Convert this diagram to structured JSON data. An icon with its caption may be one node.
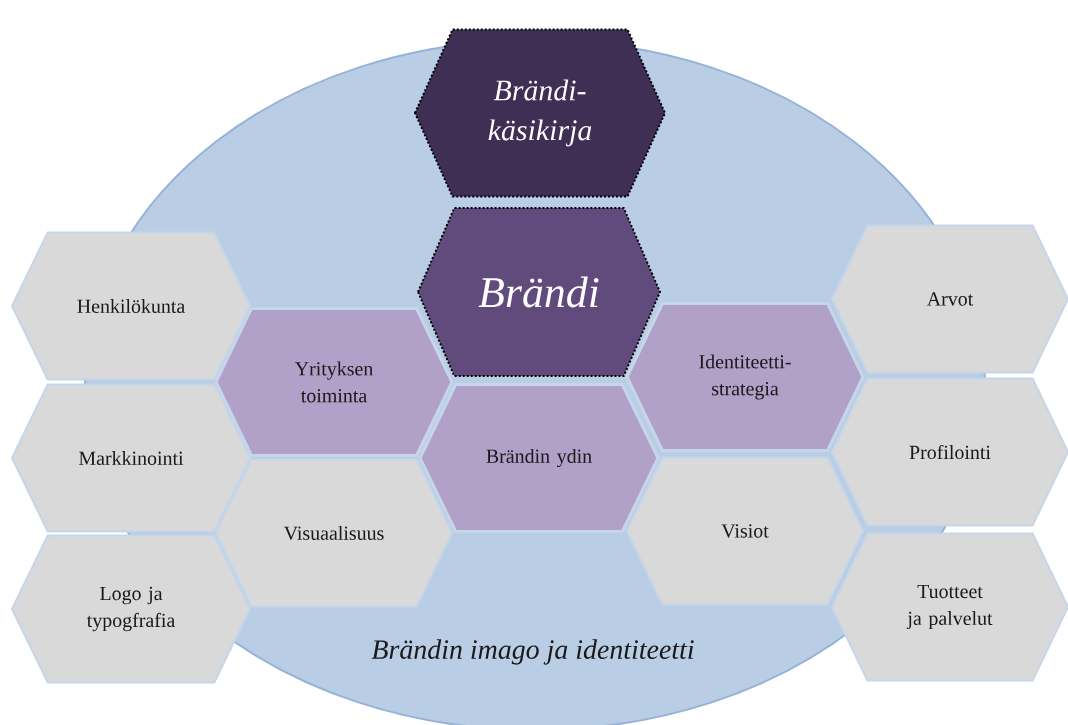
{
  "diagram": {
    "nodes": [
      {
        "text": [
          "Brändin imago ja identiteetti"
        ]
      },
      {
        "text": [
          "Brändi-käsikirja"
        ]
      },
      {
        "text": [
          "Brändi"
        ],
        "in": 0
      },
      {
        "text": [
          "Henkilökunta"
        ]
      },
      {
        "text": [
          "Arvot"
        ]
      },
      {
        "text": [
          "Yrityksen toiminta"
        ],
        "in": 0
      },
      {
        "text": [
          "Identiteetti-strategia"
        ],
        "in": 0
      },
      {
        "text": [
          "Markkinointi"
        ]
      },
      {
        "text": [
          "Brändin ydin"
        ],
        "in": 0
      },
      {
        "text": [
          "Profilointi"
        ]
      },
      {
        "text": [
          "Visuaalisuus"
        ],
        "in": 0
      },
      {
        "text": [
          "Visiot"
        ],
        "in": 0
      },
      {
        "text": [
          "Logo ja typogfrafia"
        ]
      },
      {
        "text": [
          "Tuotteet ja palvelut"
        ]
      }
    ]
  }
}
